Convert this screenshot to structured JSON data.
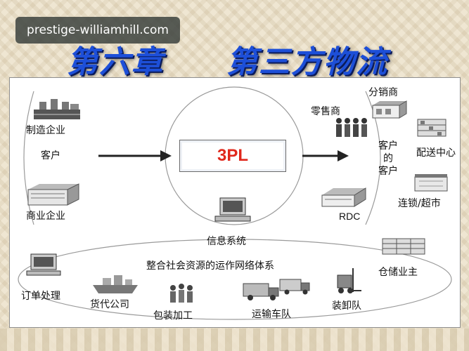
{
  "watermark": "prestige-williamhill.com",
  "title": {
    "chapter": "第六章",
    "topic": "第三方物流"
  },
  "center_label": "3PL",
  "labels": {
    "manufacturer": "制造企业",
    "customer_left": "客户",
    "commercial": "商业企业",
    "retailer": "零售商",
    "distributor": "分销商",
    "customer_of_customer": [
      "客户",
      "的",
      "客户"
    ],
    "distribution_center": "配送中心",
    "chain_supermarket": "连锁/超市",
    "rdc": "RDC",
    "info_system": "信息系统",
    "integration": "整合社会资源的运作网络体系",
    "order_processing": "订单处理",
    "freight_company": "货代公司",
    "packaging": "包装加工",
    "transport_fleet": "运输车队",
    "loading_team": "装卸队",
    "warehouse_owner": "仓储业主"
  },
  "icons": {
    "manufacturer": "factory-icon",
    "commercial": "warehouse-building-icon",
    "retailer": "people-icon",
    "distributor": "store-icon",
    "distribution_center": "shelving-icon",
    "chain_supermarket": "supermarket-icon",
    "rdc": "distribution-building-icon",
    "info_system": "computer-icon",
    "order_processing": "computer-icon",
    "freight_company": "ship-icon",
    "packaging": "workers-icon",
    "transport_fleet": "trucks-icon",
    "loading_team": "forklift-icon",
    "warehouse_owner": "storage-rack-icon"
  },
  "colors": {
    "title": "#1d4fd8",
    "center_text": "#e0281c",
    "arrow": "#222222"
  }
}
